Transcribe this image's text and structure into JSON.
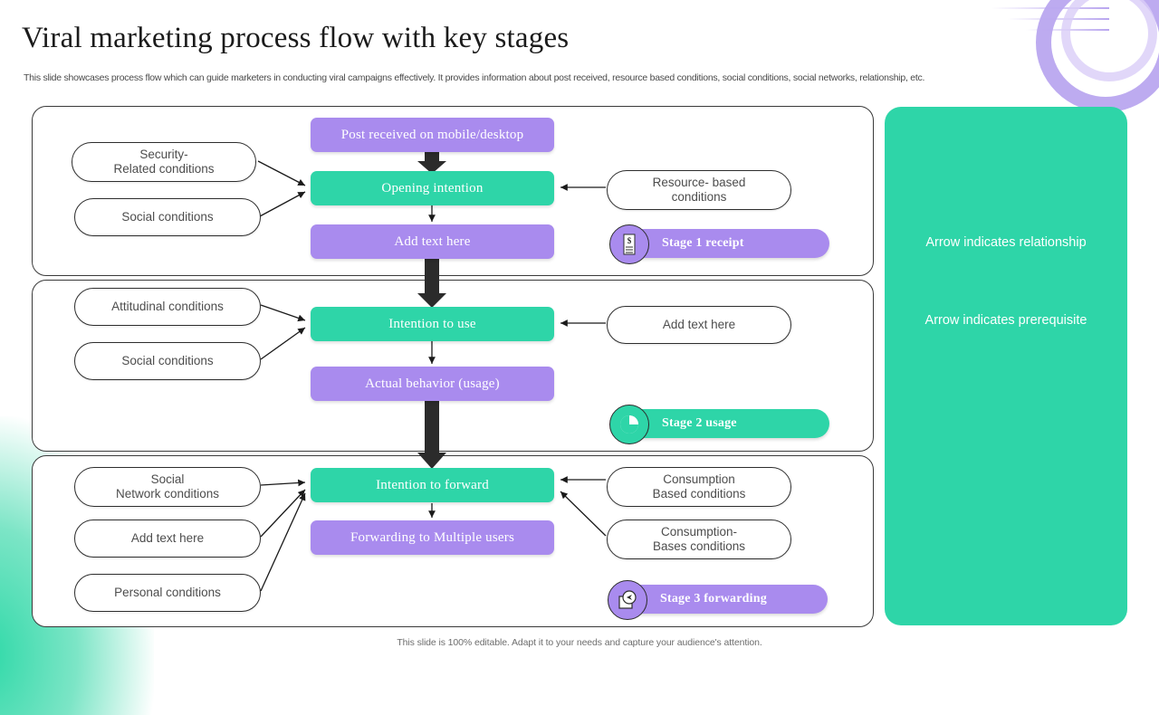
{
  "header": {
    "title": "Viral marketing process flow with key stages",
    "subtitle": "This slide showcases process flow which can  guide marketers in conducting viral campaigns effectively. It provides information about post received, resource based conditions, social conditions, social networks, relationship, etc."
  },
  "footer": {
    "note": "This slide is 100% editable. Adapt it to your needs and capture your audience's attention."
  },
  "colors": {
    "purple": "#a98bee",
    "teal": "#2ed5a8",
    "pill_border": "#2e2e2e",
    "panel_border": "#3a3a3a",
    "text_light": "#ffffff"
  },
  "stages": [
    {
      "id": "stage-1",
      "left_conditions": [
        {
          "line1": "Security-",
          "line2": "Related conditions"
        },
        {
          "line1": "Social conditions",
          "line2": ""
        }
      ],
      "right_conditions": [
        {
          "line1": "Resource- based",
          "line2": "conditions"
        }
      ],
      "top_box": "Post received on mobile/desktop",
      "main_box": "Opening intention",
      "bottom_box": "Add text here",
      "badge": {
        "label": "Stage 1 receipt",
        "icon": "receipt-dollar-icon",
        "color": "purple"
      }
    },
    {
      "id": "stage-2",
      "left_conditions": [
        {
          "line1": "Attitudinal conditions",
          "line2": ""
        },
        {
          "line1": "Social conditions",
          "line2": ""
        }
      ],
      "right_conditions": [
        {
          "line1": "Add text here",
          "line2": ""
        }
      ],
      "main_box": "Intention to use",
      "bottom_box": "Actual behavior (usage)",
      "badge": {
        "label": "Stage 2 usage",
        "icon": "pie-chart-icon",
        "color": "teal"
      }
    },
    {
      "id": "stage-3",
      "left_conditions": [
        {
          "line1": "Social",
          "line2": "Network conditions"
        },
        {
          "line1": "Add text here",
          "line2": ""
        },
        {
          "line1": "Personal conditions",
          "line2": ""
        }
      ],
      "right_conditions": [
        {
          "line1": "Consumption",
          "line2": "Based conditions"
        },
        {
          "line1": "Consumption-",
          "line2": "Bases conditions"
        }
      ],
      "main_box": "Intention to forward",
      "bottom_box": "Forwarding to Multiple users",
      "badge": {
        "label": "Stage 3 forwarding",
        "icon": "share-forward-icon",
        "color": "purple"
      }
    }
  ],
  "legend": {
    "relationship_label": "Arrow indicates relationship",
    "prerequisite_label": "Arrow indicates prerequisite"
  }
}
